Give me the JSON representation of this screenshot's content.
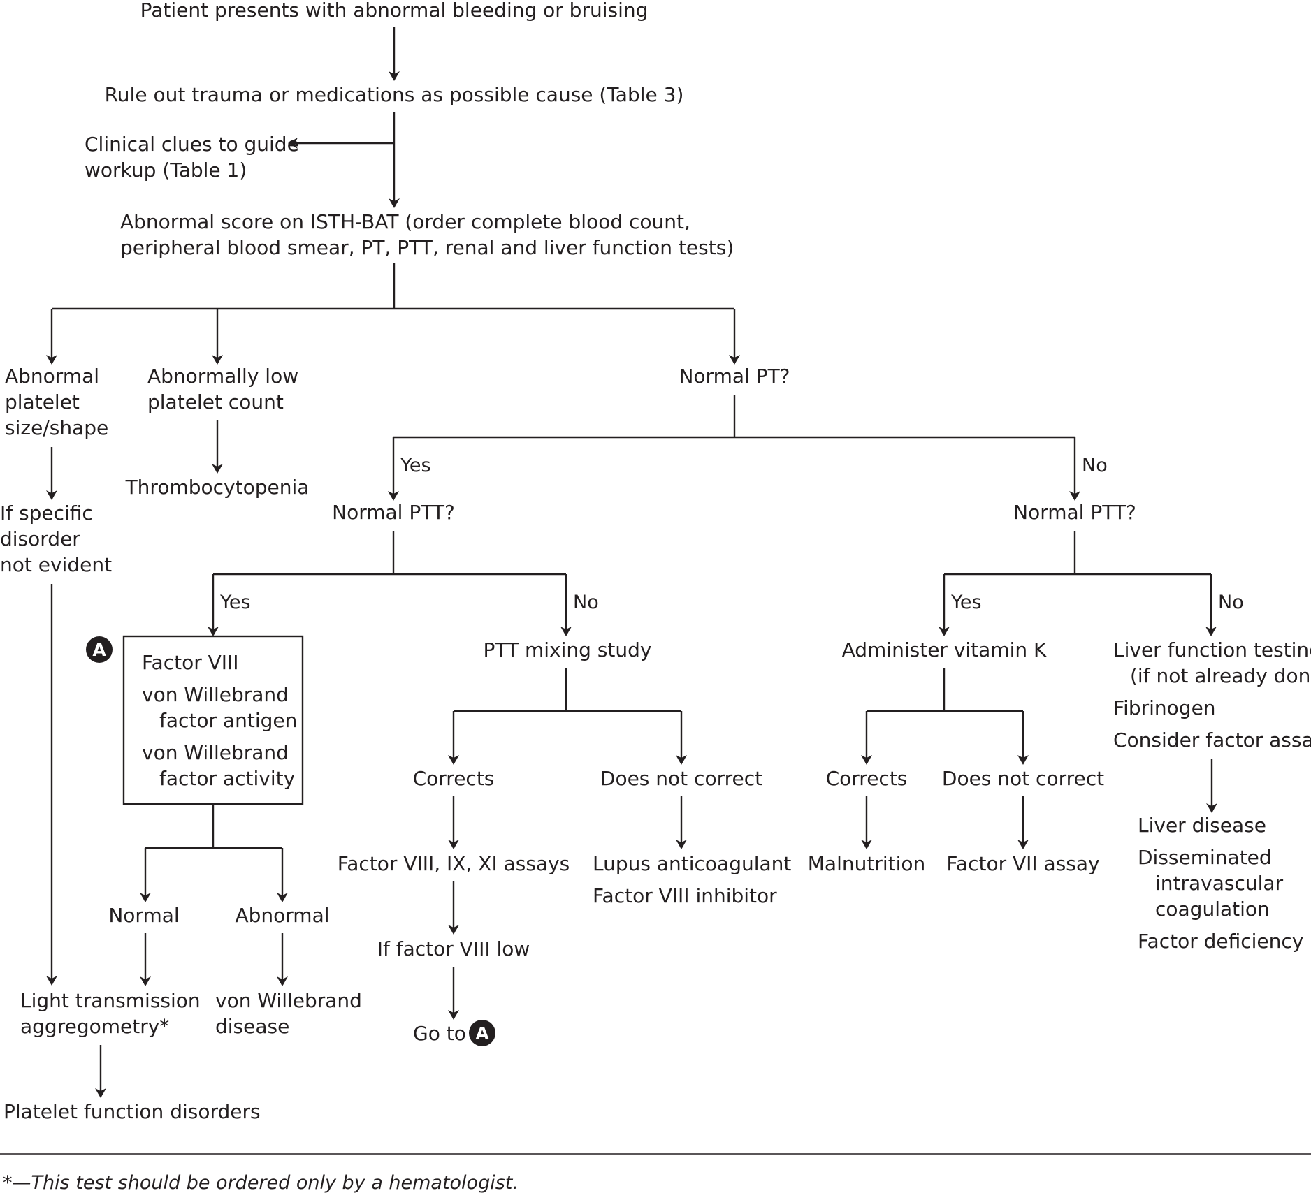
{
  "nodes": {
    "start": "Patient presents with abnormal bleeding or bruising",
    "rule_out": "Rule out trauma or medications as possible cause (Table 3)",
    "clinical_clues": [
      "Clinical clues to guide",
      "workup (Table 1)"
    ],
    "isth_bat": [
      "Abnormal score on ISTH-BAT (order complete blood count,",
      "peripheral blood smear, PT, PTT, renal and liver function tests)"
    ],
    "abnormal_platelet": [
      "Abnormal",
      "platelet",
      "size/shape"
    ],
    "if_specific": [
      "If specific",
      "disorder",
      "not evident"
    ],
    "light_transmission": [
      "Light transmission",
      "aggregometry*"
    ],
    "platelet_function": "Platelet function disorders",
    "low_platelet": [
      "Abnormally low",
      "platelet count"
    ],
    "thrombocytopenia": "Thrombocytopenia",
    "normal_pt": "Normal PT?",
    "normal_ptt_left": "Normal PTT?",
    "normal_ptt_right": "Normal PTT?",
    "factor_box": [
      "Factor VIII",
      "von Willebrand",
      "factor antigen",
      "von Willebrand",
      "factor activity"
    ],
    "normal": "Normal",
    "abnormal": "Abnormal",
    "vwd": [
      "von Willebrand",
      "disease"
    ],
    "ptt_mixing": "PTT mixing study",
    "corrects_left": "Corrects",
    "not_correct_left": "Does not correct",
    "factor_assays": "Factor VIII, IX, XI assays",
    "if_factor_low": "If factor VIII low",
    "go_to": "Go to",
    "lupus": [
      "Lupus anticoagulant",
      "Factor VIII inhibitor"
    ],
    "vitamin_k": "Administer vitamin K",
    "corrects_right": "Corrects",
    "not_correct_right": "Does not correct",
    "malnutrition": "Malnutrition",
    "factor_vii": "Factor VII assay",
    "liver_testing": [
      "Liver function testing",
      "(if not already done)",
      "Fibrinogen",
      "Consider factor assays"
    ],
    "liver_outcomes": [
      "Liver disease",
      "Disseminated",
      "intravascular",
      "coagulation",
      "Factor deficiency"
    ]
  },
  "edge_labels": {
    "yes": "Yes",
    "no": "No"
  },
  "marker": "A",
  "footnote": "*—This test should be ordered only by a hematologist."
}
